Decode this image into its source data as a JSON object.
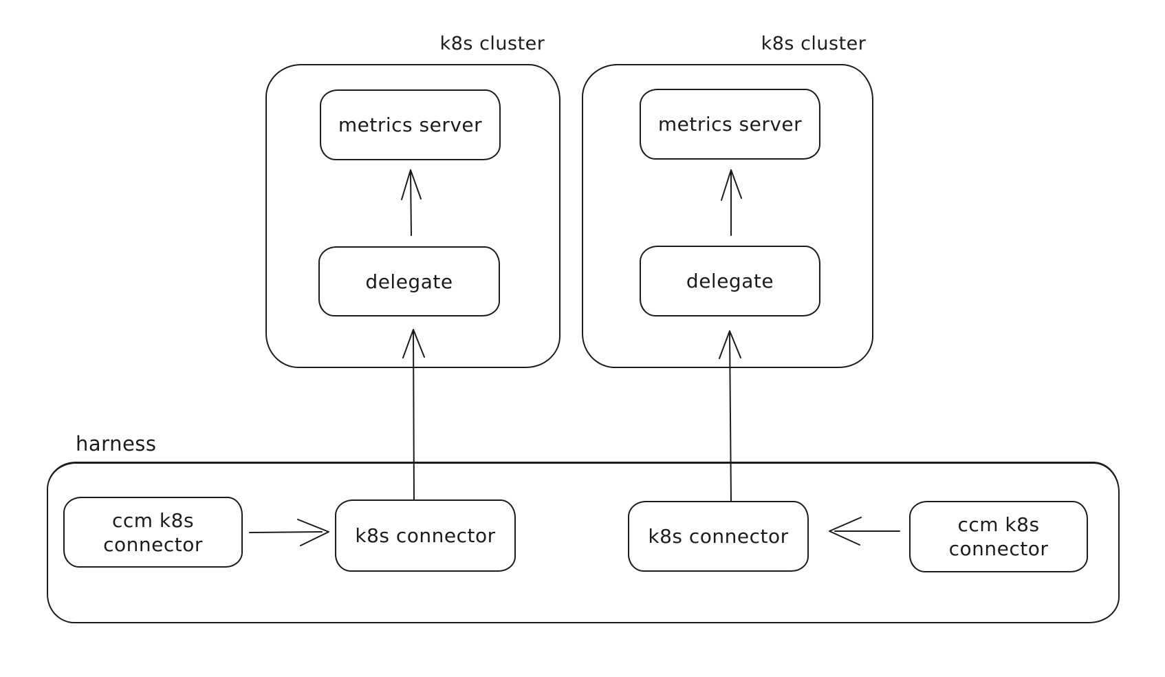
{
  "colors": {
    "background": "#ffffff",
    "stroke": "#1b1b1f",
    "text": "#1b1b1f"
  },
  "clusters": [
    {
      "label": "k8s cluster",
      "metrics_server_label": "metrics server",
      "delegate_label": "delegate"
    },
    {
      "label": "k8s cluster",
      "metrics_server_label": "metrics server",
      "delegate_label": "delegate"
    }
  ],
  "harness": {
    "label": "harness",
    "left_ccm_connector": {
      "line1": "ccm k8s",
      "line2": "connector"
    },
    "left_k8s_connector_label": "k8s connector",
    "right_k8s_connector_label": "k8s connector",
    "right_ccm_connector": {
      "line1": "ccm k8s",
      "line2": "connector"
    }
  },
  "arrows": [
    {
      "name": "delegate-to-metrics-server-left",
      "direction": "up"
    },
    {
      "name": "delegate-to-metrics-server-right",
      "direction": "up"
    },
    {
      "name": "k8s-connector-to-delegate-left",
      "direction": "up"
    },
    {
      "name": "k8s-connector-to-delegate-right",
      "direction": "up"
    },
    {
      "name": "ccm-connector-to-k8s-connector-left",
      "direction": "right"
    },
    {
      "name": "ccm-connector-to-k8s-connector-right",
      "direction": "left"
    }
  ]
}
